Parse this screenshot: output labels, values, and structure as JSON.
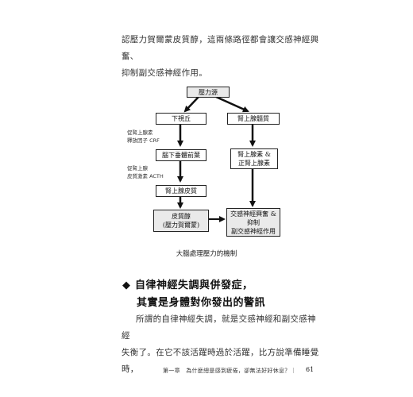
{
  "intro": {
    "line1": "認壓力賀爾蒙皮質醇，這兩條路徑都會讓交感神經興奮、",
    "line2": "抑制副交感神經作用。"
  },
  "diagram": {
    "stress_source": "壓力源",
    "hypothalamus": "下視丘",
    "adrenal_medulla": "腎上腺髓質",
    "pituitary": "腦下垂體前葉",
    "adrenaline": [
      "腎上腺素 &",
      "正腎上腺素"
    ],
    "adrenal_cortex": "腎上腺皮質",
    "cortisol": [
      "皮質醇",
      "(壓力賀爾蒙)"
    ],
    "sympathetic": [
      "交感神經興奮 &",
      "抑制",
      "副交感神經作用"
    ],
    "note_crf": [
      "促腎上腺素",
      "釋放因子 CRF"
    ],
    "note_acth": [
      "促腎上腺",
      "皮質激素 ACTH"
    ]
  },
  "caption": "大腦處理壓力的機制",
  "heading": {
    "bullet": "◆",
    "line1": "自律神經失調與併發症，",
    "line2": "其實是身體對你發出的警訊"
  },
  "body": {
    "line1": "所謂的自律神經失調，就是交感神經和副交感神經",
    "line2": "失衡了。在它不該活躍時過於活躍，比方說準備睡覺時，"
  },
  "footer": {
    "text": "第一章　為什麼總是感到疲倦，卻無法好好休息？｜",
    "page": "61"
  }
}
